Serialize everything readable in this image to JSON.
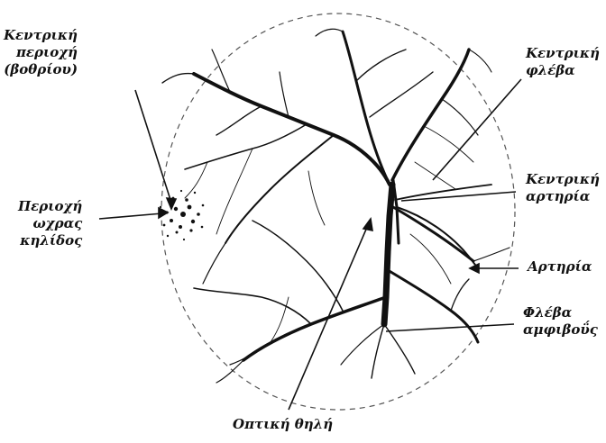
{
  "labels": {
    "fovea": [
      "Κεντρική",
      "περιοχή",
      "(βοθρίου)"
    ],
    "macula": [
      "Περιοχή",
      "ωχρας",
      "κηλίδος"
    ],
    "central_vein": [
      "Κεντρική",
      "φλέβα"
    ],
    "central_artery": [
      "Κεντρική",
      "αρτηρία"
    ],
    "artery": [
      "Αρτηρία"
    ],
    "vein": [
      "Φλέβα",
      "αμφιβοΰς"
    ],
    "optic_disc": [
      "Οπτική θηλή"
    ]
  },
  "colors": {
    "ink": "#111111",
    "background": "#ffffff"
  }
}
